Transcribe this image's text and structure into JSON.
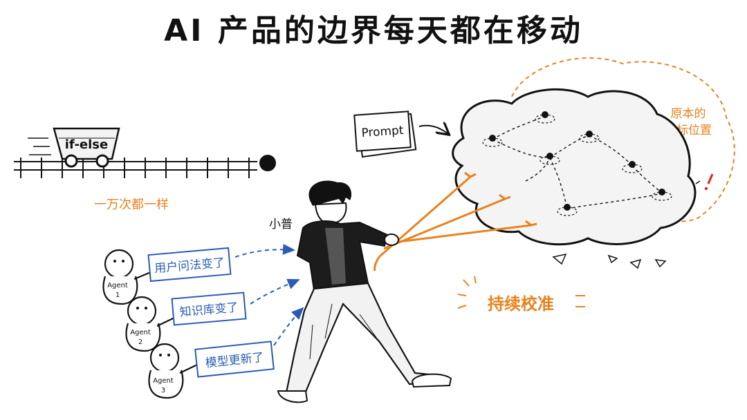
{
  "title": "AI 产品的边界每天都在移动",
  "cart": {
    "label": "if-else",
    "caption": "一万次都一样"
  },
  "prompt_card": {
    "label": "Prompt"
  },
  "person": {
    "name": "小普"
  },
  "target": {
    "label_line1": "原本的",
    "label_line2": "目标位置"
  },
  "calibration": {
    "label": "持续校准"
  },
  "agents": [
    {
      "name": "Agent",
      "number": "1",
      "message": "用户问法变了"
    },
    {
      "name": "Agent",
      "number": "2",
      "message": "知识库变了"
    },
    {
      "name": "Agent",
      "number": "3",
      "message": "模型更新了"
    }
  ],
  "colors": {
    "ink": "#111111",
    "orange": "#e8821e",
    "blue": "#2a5bb8"
  }
}
